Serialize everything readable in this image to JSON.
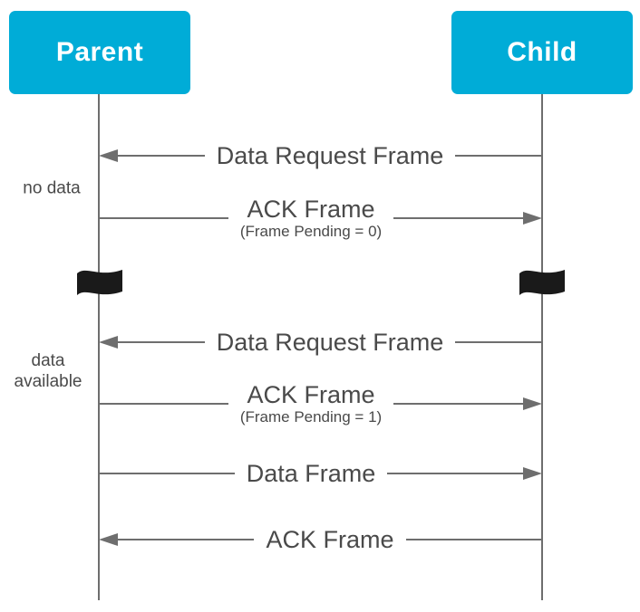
{
  "diagram": {
    "type": "sequence",
    "actors": [
      {
        "label": "Parent"
      },
      {
        "label": "Child"
      }
    ],
    "messages": [
      {
        "label": "Data Request Frame",
        "sublabel": "",
        "from": "Child",
        "to": "Parent",
        "direction": "left"
      },
      {
        "label": "ACK Frame",
        "sublabel": "(Frame Pending = 0)",
        "from": "Parent",
        "to": "Child",
        "direction": "right"
      },
      {
        "label": "Data Request Frame",
        "sublabel": "",
        "from": "Child",
        "to": "Parent",
        "direction": "left"
      },
      {
        "label": "ACK Frame",
        "sublabel": "(Frame Pending = 1)",
        "from": "Parent",
        "to": "Child",
        "direction": "right"
      },
      {
        "label": "Data Frame",
        "sublabel": "",
        "from": "Parent",
        "to": "Child",
        "direction": "right"
      },
      {
        "label": "ACK Frame",
        "sublabel": "",
        "from": "Child",
        "to": "Parent",
        "direction": "left"
      }
    ],
    "annotations": [
      {
        "text": "no data"
      },
      {
        "text": "data available"
      }
    ],
    "icons": [
      {
        "name": "flag-icon",
        "meaning": "time-break marker on Parent lifeline"
      },
      {
        "name": "flag-icon",
        "meaning": "time-break marker on Child lifeline"
      }
    ],
    "colors": {
      "actor_fill": "#00ACD7",
      "actor_text": "#FFFFFF",
      "line": "#6E6E6E",
      "message_text": "#4A4A4A",
      "flag": "#1A1A1A",
      "background": "#FFFFFF"
    }
  }
}
